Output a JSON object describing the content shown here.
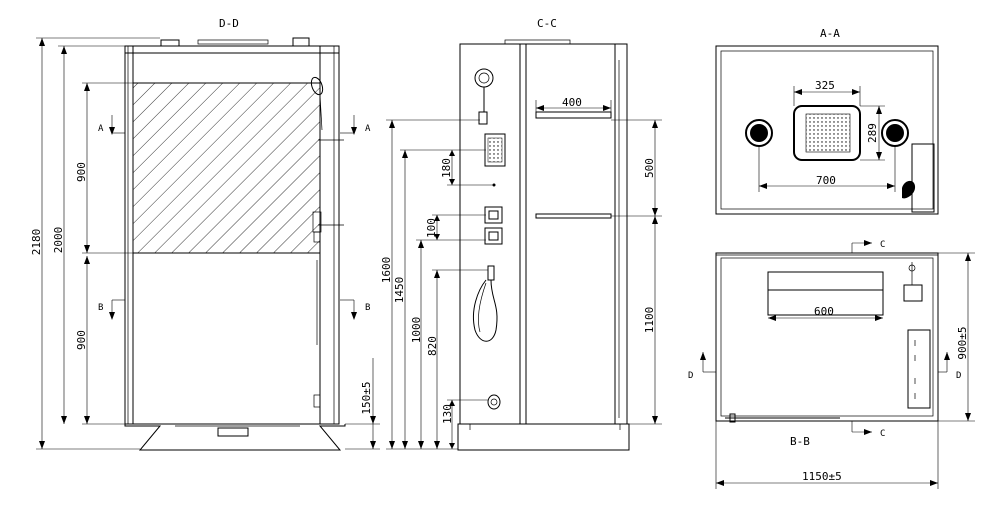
{
  "views": {
    "dd": {
      "title": "D-D"
    },
    "cc": {
      "title": "C-C"
    },
    "aa": {
      "title": "A-A"
    },
    "bb": {
      "title": "B-B"
    }
  },
  "dimensions": {
    "dd": {
      "overall_height": "2180",
      "glass_height": "2000",
      "upper_section": "900",
      "lower_section": "900",
      "base_height": "150±5"
    },
    "cc": {
      "shelf_width": "400",
      "h1600": "1600",
      "h1450": "1450",
      "h1000": "1000",
      "h820": "820",
      "h130": "130",
      "d180": "180",
      "d100": "100",
      "d500": "500",
      "d1100": "1100"
    },
    "aa": {
      "head_width": "325",
      "head_depth": "289",
      "speaker_span": "700"
    },
    "bb": {
      "bench_width": "600",
      "depth": "900±5",
      "width": "1150±5"
    }
  },
  "section_markers": {
    "a": "A",
    "b": "B",
    "c": "C",
    "d": "D"
  }
}
